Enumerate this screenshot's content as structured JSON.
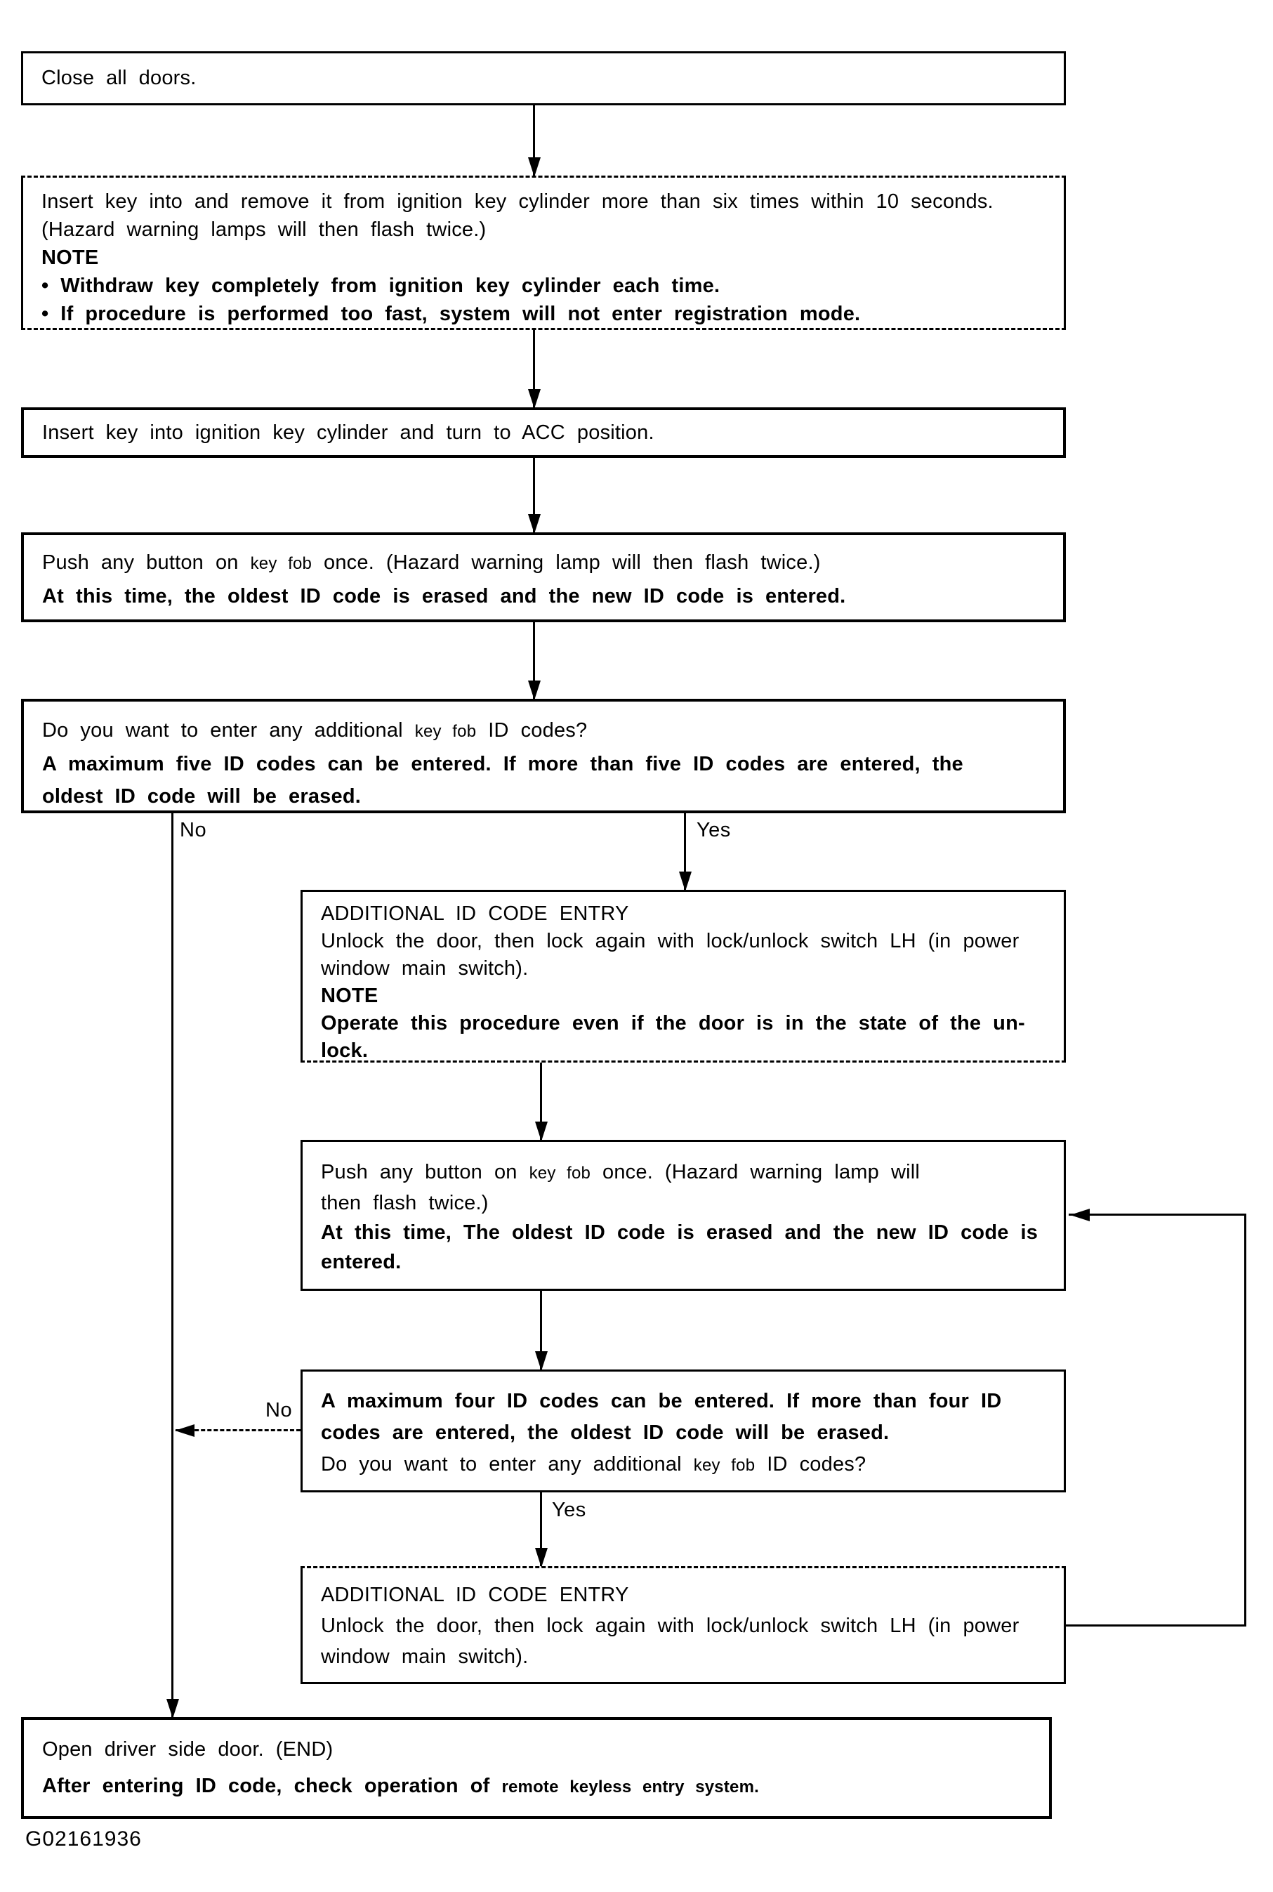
{
  "page": {
    "background": "#ffffff",
    "ink": "#000000",
    "figure_id": "G02161936"
  },
  "labels": {
    "no_top": "No",
    "yes_top": "Yes",
    "no_mid": "No",
    "yes_mid": "Yes"
  },
  "boxes": [
    {
      "id": "close-doors",
      "lines": [
        [
          {
            "t": "Close all doors."
          }
        ]
      ]
    },
    {
      "id": "key-cycle-note",
      "lines": [
        [
          {
            "t": "Insert key into and remove it from ignition key cylinder more than six times within 10 seconds."
          }
        ],
        [
          {
            "t": "(Hazard warning lamps will then flash twice.)"
          }
        ],
        [
          {
            "t": "NOTE",
            "b": true
          }
        ],
        [
          {
            "t": "• Withdraw key completely from ignition key cylinder each time.",
            "b": true
          }
        ],
        [
          {
            "t": "• If procedure is performed too fast, system will not enter registration mode.",
            "b": true
          }
        ]
      ]
    },
    {
      "id": "acc-position",
      "lines": [
        [
          {
            "t": "Insert key into ignition key cylinder and turn to ACC position."
          }
        ]
      ]
    },
    {
      "id": "push-button-first",
      "lines": [
        [
          {
            "t": "Push any button on "
          },
          {
            "t": "key fob",
            "s": true
          },
          {
            "t": " once. (Hazard warning lamp will then flash twice.)"
          }
        ],
        [
          {
            "t": "At this time, the oldest ID code is erased and the new ID code is entered.",
            "b": true
          }
        ]
      ]
    },
    {
      "id": "question-five-codes",
      "lines": [
        [
          {
            "t": "Do you want to enter any additional "
          },
          {
            "t": "key fob",
            "s": true
          },
          {
            "t": "  ID codes?"
          }
        ],
        [
          {
            "t": "A maximum  five ID codes can be entered. If more than  five ID codes are entered, the",
            "b": true
          }
        ],
        [
          {
            "t": "oldest ID code will be erased.",
            "b": true
          }
        ]
      ]
    },
    {
      "id": "additional-id-entry-1",
      "lines": [
        [
          {
            "t": "ADDITIONAL ID CODE ENTRY"
          }
        ],
        [
          {
            "t": "Unlock the door, then lock again with lock/unlock switch LH (in power"
          }
        ],
        [
          {
            "t": "window main switch)."
          }
        ],
        [
          {
            "t": "NOTE",
            "b": true
          }
        ],
        [
          {
            "t": "Operate this procedure even if the door is in the state of the un-",
            "b": true
          }
        ],
        [
          {
            "t": "lock.",
            "b": true
          }
        ]
      ]
    },
    {
      "id": "push-button-second",
      "lines": [
        [
          {
            "t": "Push any button on "
          },
          {
            "t": "key fob",
            "s": true
          },
          {
            "t": "  once. (Hazard warning lamp will"
          }
        ],
        [
          {
            "t": "then flash twice.)"
          }
        ],
        [
          {
            "t": "At this time, The oldest ID code is erased and the new ID code is",
            "b": true
          }
        ],
        [
          {
            "t": "entered.",
            "b": true
          }
        ]
      ]
    },
    {
      "id": "question-four-codes",
      "lines": [
        [
          {
            "t": "A maximum four ID codes can be entered. If more than four ID",
            "b": true
          }
        ],
        [
          {
            "t": "codes are entered, the oldest ID code will be erased.",
            "b": true
          }
        ],
        [
          {
            "t": "Do you want to enter any additional "
          },
          {
            "t": "key fob",
            "s": true
          },
          {
            "t": " ID codes?"
          }
        ]
      ]
    },
    {
      "id": "additional-id-entry-2",
      "lines": [
        [
          {
            "t": "ADDITIONAL ID CODE ENTRY"
          }
        ],
        [
          {
            "t": "Unlock the door, then lock again with lock/unlock switch LH (in power"
          }
        ],
        [
          {
            "t": "window main switch)."
          }
        ]
      ]
    },
    {
      "id": "open-door-end",
      "lines": [
        [
          {
            "t": "Open driver side door. (END)"
          }
        ],
        [
          {
            "t": "After entering ID code, check operation of ",
            "b": true
          },
          {
            "t": "remote keyless entry system.",
            "b": true,
            "s": true
          }
        ]
      ]
    }
  ]
}
